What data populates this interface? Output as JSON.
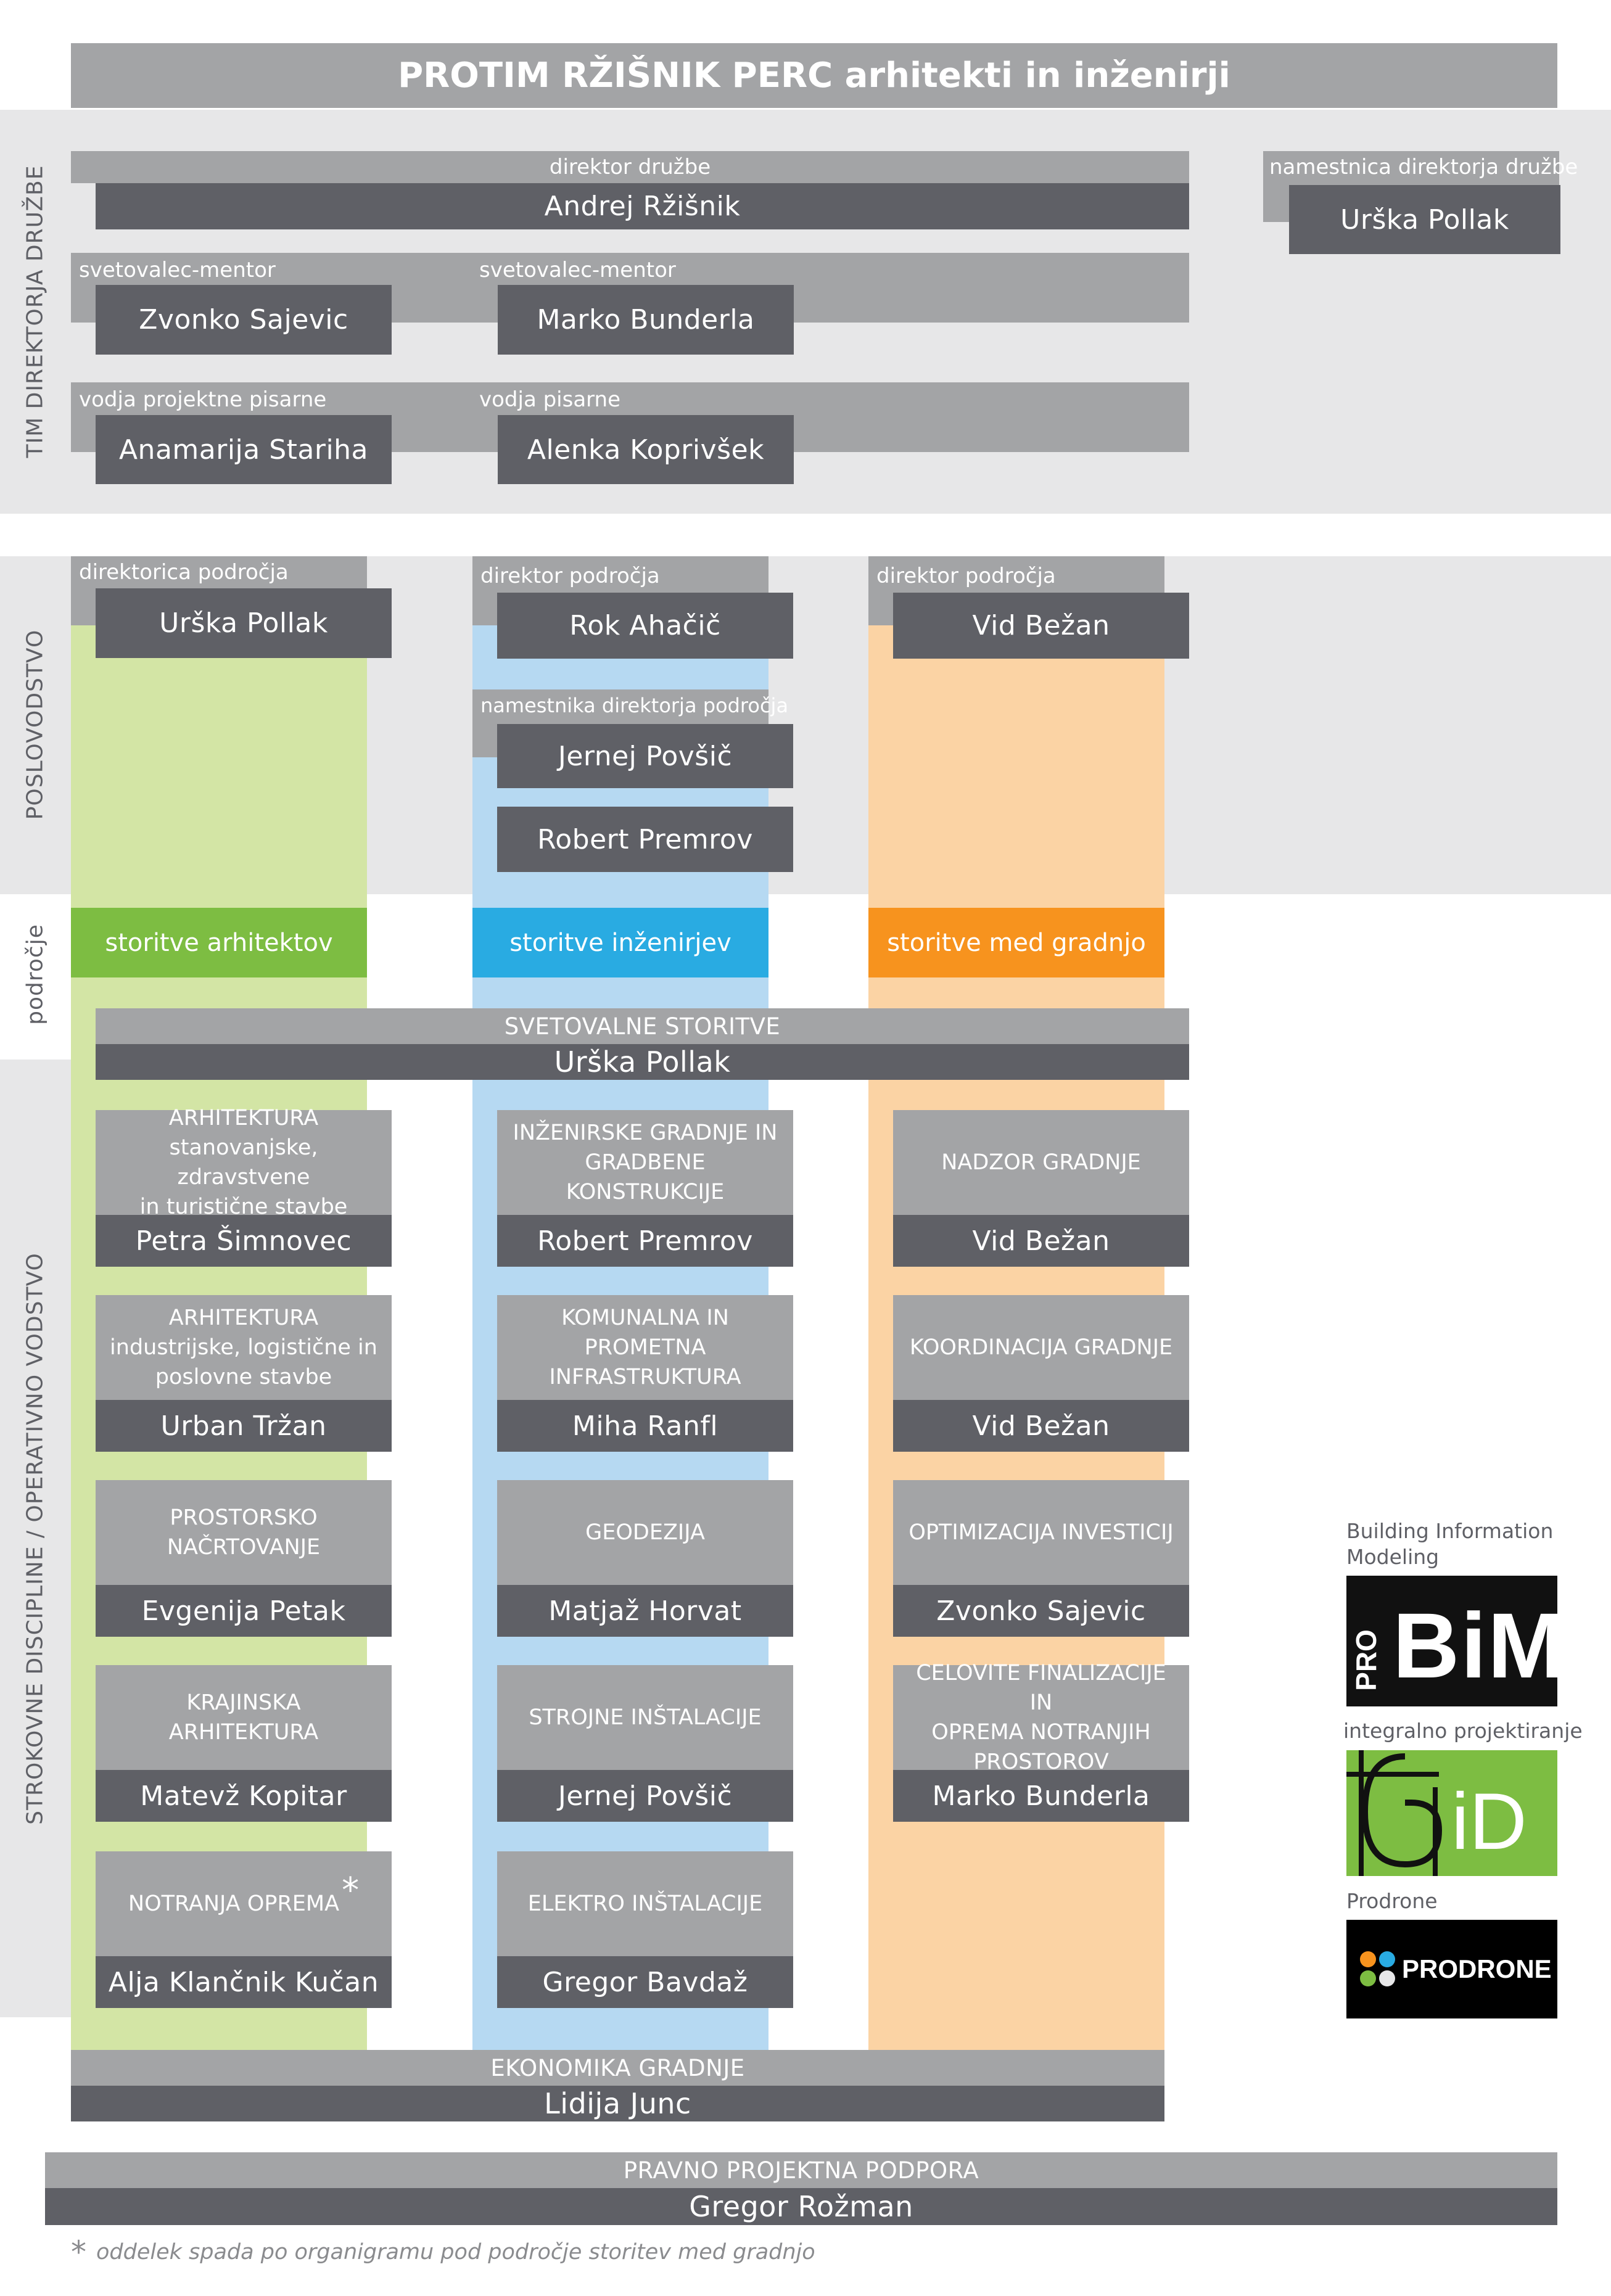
{
  "header": {
    "title": "PROTIM RŽIŠNIK PERC arhitekti in inženirji"
  },
  "side_labels": {
    "team": "TIM DIREKTORJA DRUŽBE",
    "management": "POSLOVODSTVO",
    "area": "področje",
    "disciplines": "STROKOVNE DISCIPLINE / OPERATIVNO VODSTVO"
  },
  "team": {
    "director": {
      "role": "direktor družbe",
      "name": "Andrej Ržišnik"
    },
    "deputy": {
      "role": "namestnica direktorja družbe",
      "name": "Urška Pollak"
    },
    "mentor1": {
      "role": "svetovalec-mentor",
      "name": "Zvonko Sajevic"
    },
    "mentor2": {
      "role": "svetovalec-mentor",
      "name": "Marko Bunderla"
    },
    "office1": {
      "role": "vodja projektne pisarne",
      "name": "Anamarija Stariha"
    },
    "office2": {
      "role": "vodja pisarne",
      "name": "Alenka Koprivšek"
    }
  },
  "management": {
    "arch": {
      "role": "direktorica področja",
      "name": "Urška Pollak"
    },
    "eng": {
      "role": "direktor področja",
      "name": "Rok Ahačič"
    },
    "eng_deputy": {
      "role": "namestnika direktorja področja",
      "name1": "Jernej Povšič",
      "name2": "Robert Premrov"
    },
    "constr": {
      "role": "direktor področja",
      "name": "Vid Bežan"
    }
  },
  "areas": {
    "arch": "storitve arhitektov",
    "eng": "storitve inženirjev",
    "constr": "storitve med gradnjo"
  },
  "colors": {
    "arch_light": "#d3e5a5",
    "arch_accent": "#7dbd42",
    "eng_light": "#b6d9f2",
    "eng_accent": "#29abe2",
    "constr_light": "#fbd3a4",
    "constr_accent": "#f7931e",
    "dark_gray": "#5f6066",
    "mid_gray": "#a3a4a6",
    "light_gray": "#e7e7e8"
  },
  "consulting": {
    "title": "SVETOVALNE STORITVE",
    "name": "Urška Pollak"
  },
  "disciplines": {
    "arch": [
      {
        "dept": "ARHITEKTURA\nstanovanjske, zdravstvene\nin turistične stavbe",
        "name": "Petra Šimnovec"
      },
      {
        "dept": "ARHITEKTURA\nindustrijske, logistične in\nposlovne stavbe",
        "name": "Urban Tržan"
      },
      {
        "dept": "PROSTORSKO\nNAČRTOVANJE",
        "name": "Evgenija Petak"
      },
      {
        "dept": "KRAJINSKA\nARHITEKTURA",
        "name": "Matevž Kopitar"
      },
      {
        "dept": "NOTRANJA OPREMA",
        "name": "Alja Klančnik Kučan",
        "asterisk": "*"
      }
    ],
    "eng": [
      {
        "dept": "INŽENIRSKE GRADNJE IN\nGRADBENE\nKONSTRUKCIJE",
        "name": "Robert Premrov"
      },
      {
        "dept": "KOMUNALNA IN\nPROMETNA\nINFRASTRUKTURA",
        "name": "Miha Ranfl"
      },
      {
        "dept": "GEODEZIJA",
        "name": "Matjaž Horvat"
      },
      {
        "dept": "STROJNE INŠTALACIJE",
        "name": "Jernej Povšič"
      },
      {
        "dept": "ELEKTRO INŠTALACIJE",
        "name": "Gregor Bavdaž"
      }
    ],
    "constr": [
      {
        "dept": "NADZOR GRADNJE",
        "name": "Vid Bežan"
      },
      {
        "dept": "KOORDINACIJA GRADNJE",
        "name": "Vid Bežan"
      },
      {
        "dept": "OPTIMIZACIJA INVESTICIJ",
        "name": "Zvonko Sajevic"
      },
      {
        "dept": "CELOVITE FINALIZACIJE IN\nOPREMA NOTRANJIH\nPROSTOROV",
        "name": "Marko Bunderla"
      }
    ]
  },
  "economics": {
    "title": "EKONOMIKA GRADNJE",
    "name": "Lidija Junc"
  },
  "legal": {
    "title": "PRAVNO PROJEKTNA PODPORA",
    "name": "Gregor Rožman"
  },
  "footnote": {
    "star": "*",
    "text": "oddelek spada po organigramu pod področje storitev med gradnjo"
  },
  "logos": {
    "bim": {
      "caption": "Building Information\nModeling",
      "pro": "PRO",
      "bim": "BiM",
      "icon": "probim-logo"
    },
    "gid": {
      "caption": "integralno projektiranje",
      "text": "iD",
      "icon": "gid-logo"
    },
    "prodrone": {
      "caption": "Prodrone",
      "text": "PRODRONE",
      "icon": "prodrone-logo"
    }
  }
}
